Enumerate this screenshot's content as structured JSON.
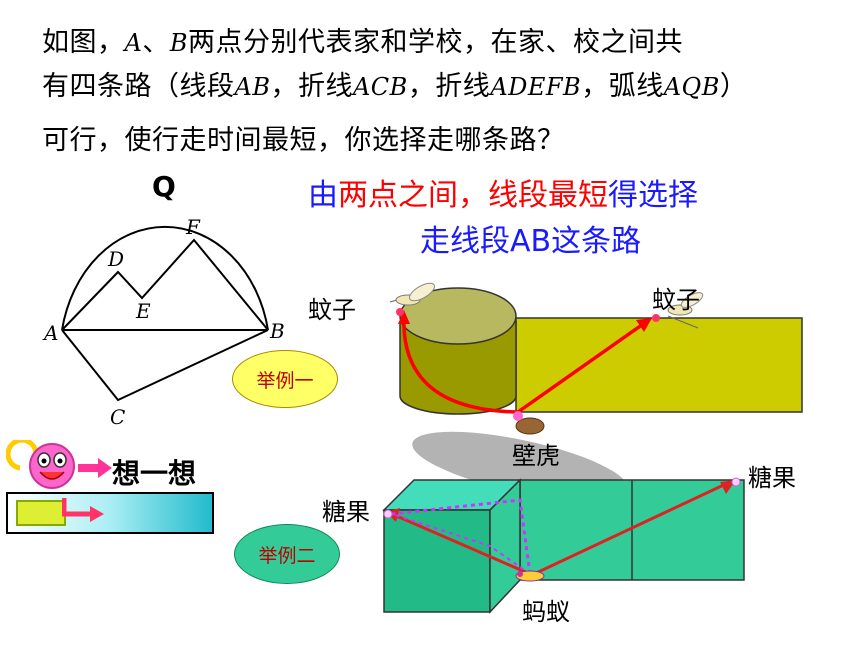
{
  "question": {
    "l1_a": "如图，",
    "l1_A": "A",
    "l1_b": "、",
    "l1_B": "B",
    "l1_c": "两点分别代表家和学校，在家、校之间共",
    "l2_a": "有四条路（线段",
    "l2_AB": "AB",
    "l2_b": "，折线",
    "l2_ACB": "ACB",
    "l2_c": "，折线",
    "l2_ADEFB": "ADEFB",
    "l2_d": "，弧线",
    "l2_AQB": "AQB",
    "l2_e": "）",
    "l3": "可行，使行走时间最短，你选择走哪条路？"
  },
  "answer": {
    "p1": "由",
    "p2": "两点之间，线段最短",
    "p3": "得选择",
    "p4": "走线段AB这条路"
  },
  "diagram_labels": {
    "Q": "Q",
    "A": "A",
    "B": "B",
    "C": "C",
    "D": "D",
    "E": "E",
    "F": "F"
  },
  "think": {
    "label": "想一想"
  },
  "example1": {
    "badge": "举例一",
    "mosquito_left": "蚊子",
    "mosquito_right": "蚊子",
    "gecko": "壁虎"
  },
  "example2": {
    "badge": "举例二",
    "candy_left": "糖果",
    "candy_right": "糖果",
    "ant": "蚂蚁"
  },
  "colors": {
    "accent_red": "#ff0000",
    "accent_blue": "#1a1aff",
    "cylinder": "#999900",
    "prism": "#33cc99",
    "badge_fill": "#ffff66"
  }
}
